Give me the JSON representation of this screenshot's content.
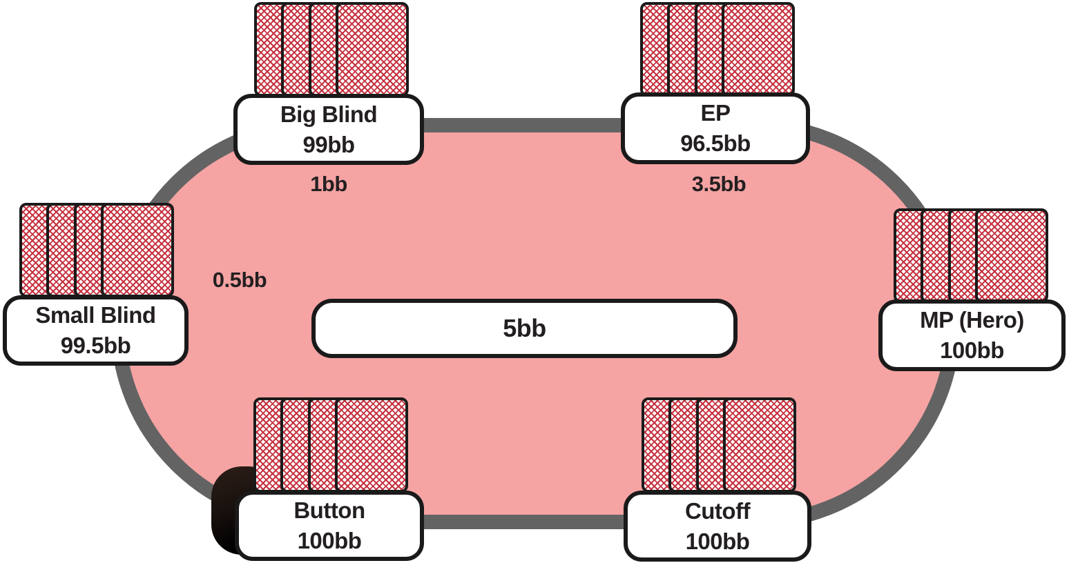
{
  "pot": {
    "amount": "5bb"
  },
  "seats": [
    {
      "id": "big-blind",
      "position": "Big Blind",
      "stack": "99bb",
      "bet": "1bb",
      "cards": 4,
      "dealer": false
    },
    {
      "id": "ep",
      "position": "EP",
      "stack": "96.5bb",
      "bet": "3.5bb",
      "cards": 4,
      "dealer": false
    },
    {
      "id": "small-blind",
      "position": "Small Blind",
      "stack": "99.5bb",
      "bet": "0.5bb",
      "cards": 4,
      "dealer": false
    },
    {
      "id": "mp-hero",
      "position": "MP (Hero)",
      "stack": "100bb",
      "bet": "",
      "cards": 4,
      "dealer": false
    },
    {
      "id": "button",
      "position": "Button",
      "stack": "100bb",
      "bet": "",
      "cards": 4,
      "dealer": true
    },
    {
      "id": "cutoff",
      "position": "Cutoff",
      "stack": "100bb",
      "bet": "",
      "cards": 4,
      "dealer": false
    }
  ],
  "colors": {
    "felt": "#F5A3A3",
    "rail": "#636363",
    "card_back_red": "#C5303E",
    "outline": "#1A1A1A",
    "label_background": "#FFFFFF",
    "dealer_button": "#120B09"
  }
}
